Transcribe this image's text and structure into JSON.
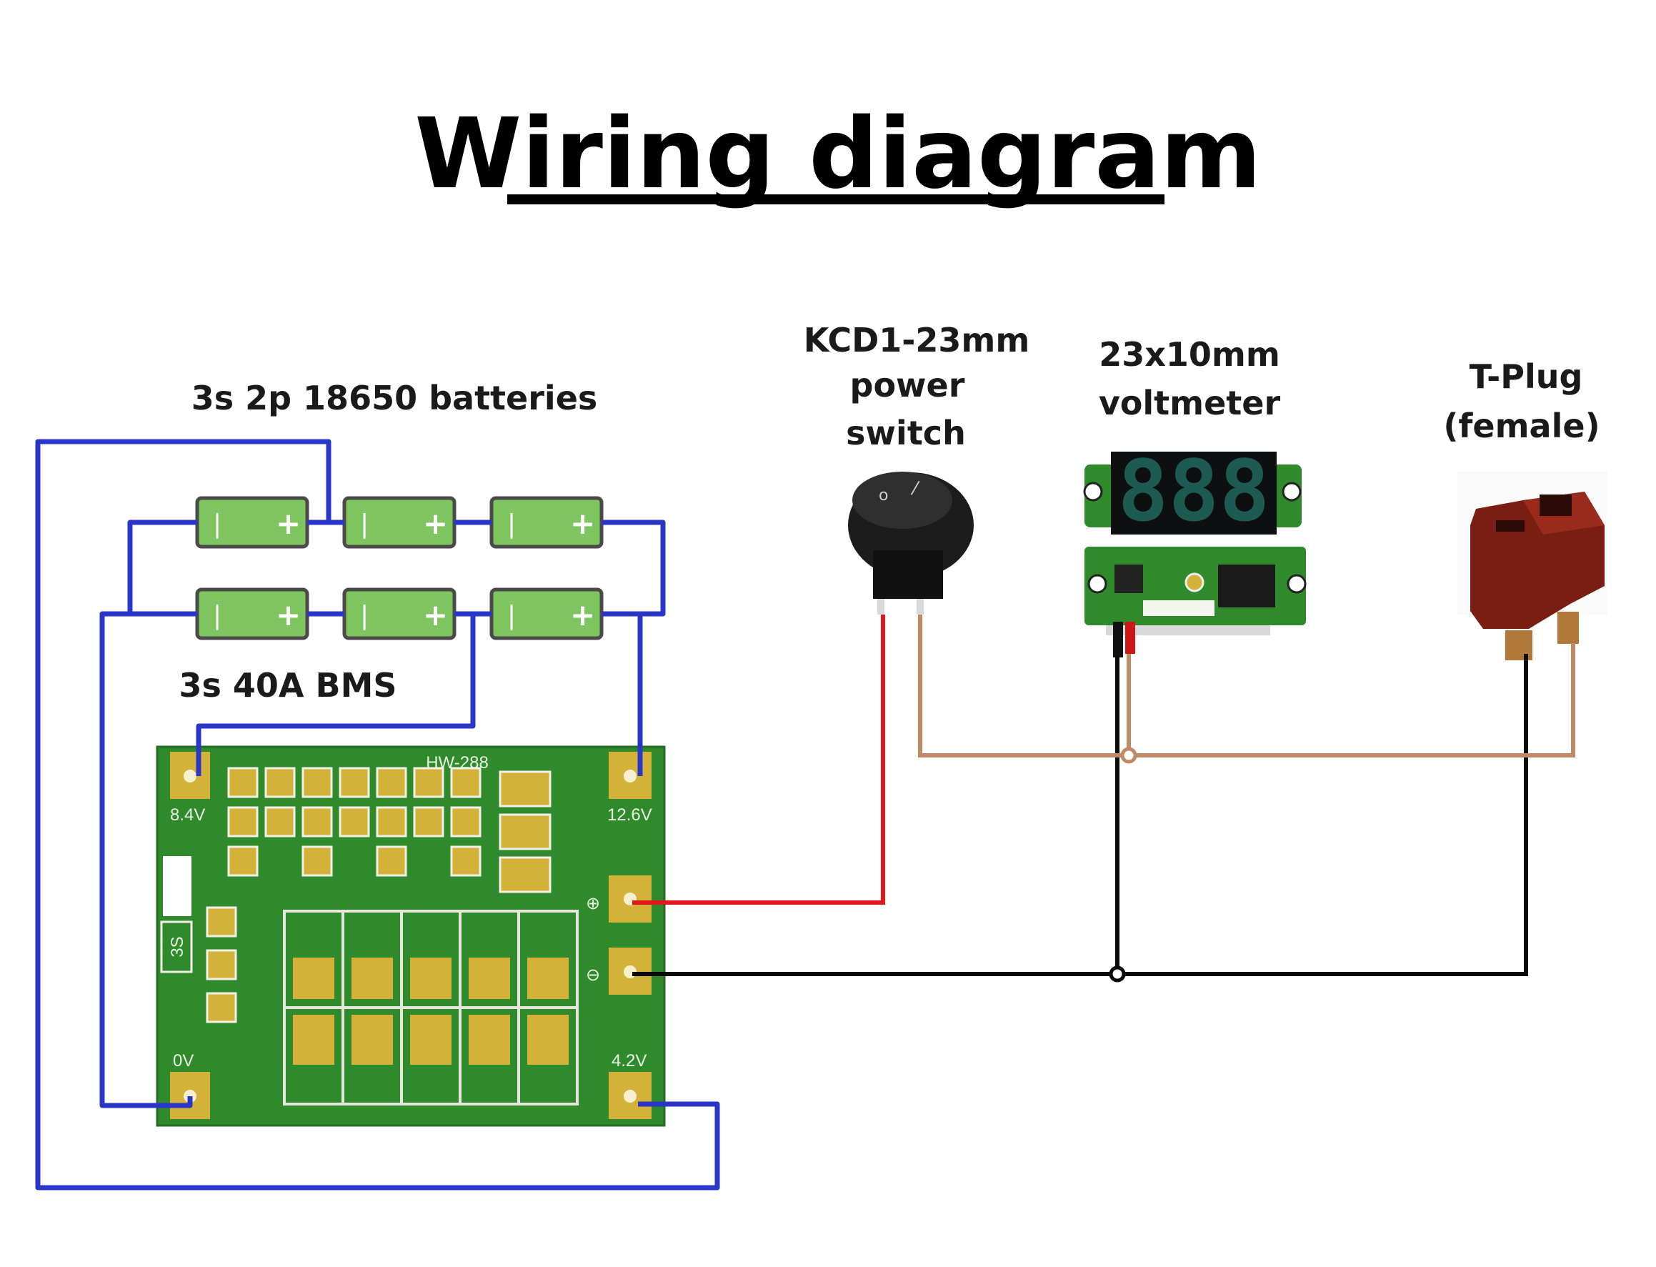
{
  "title": "Wiring diagram",
  "labels": {
    "batteries": "3s 2p 18650 batteries",
    "bms": "3s 40A BMS",
    "switch_line1": "KCD1-23mm",
    "switch_line2": "power",
    "switch_line3": "switch",
    "voltmeter_line1": "23x10mm",
    "voltmeter_line2": "voltmeter",
    "tplug_line1": "T-Plug",
    "tplug_line2": "(female)"
  },
  "battery": {
    "neg_sign": "|",
    "pos_sign": "+"
  },
  "bms_board": {
    "model": "HW-288",
    "pad_8v4": "8.4V",
    "pad_12v6": "12.6V",
    "pad_0v": "0V",
    "pad_4v2": "4.2V",
    "side_label": "3S",
    "plus_symbol": "⊕",
    "minus_symbol": "⊖"
  },
  "voltmeter": {
    "display": "888"
  },
  "switch": {
    "on_mark": "|",
    "off_mark": "o"
  },
  "colors": {
    "balance_wire": "#2a36c8",
    "positive_wire": "#e0181c",
    "negative_wire": "#0a0a0a",
    "brown_wire": "#c08a64",
    "battery_green": "#7fc55f",
    "pcb_green": "#2f8a2c",
    "pad_gold": "#d4b23a",
    "tplug_red": "#7a1e14"
  }
}
